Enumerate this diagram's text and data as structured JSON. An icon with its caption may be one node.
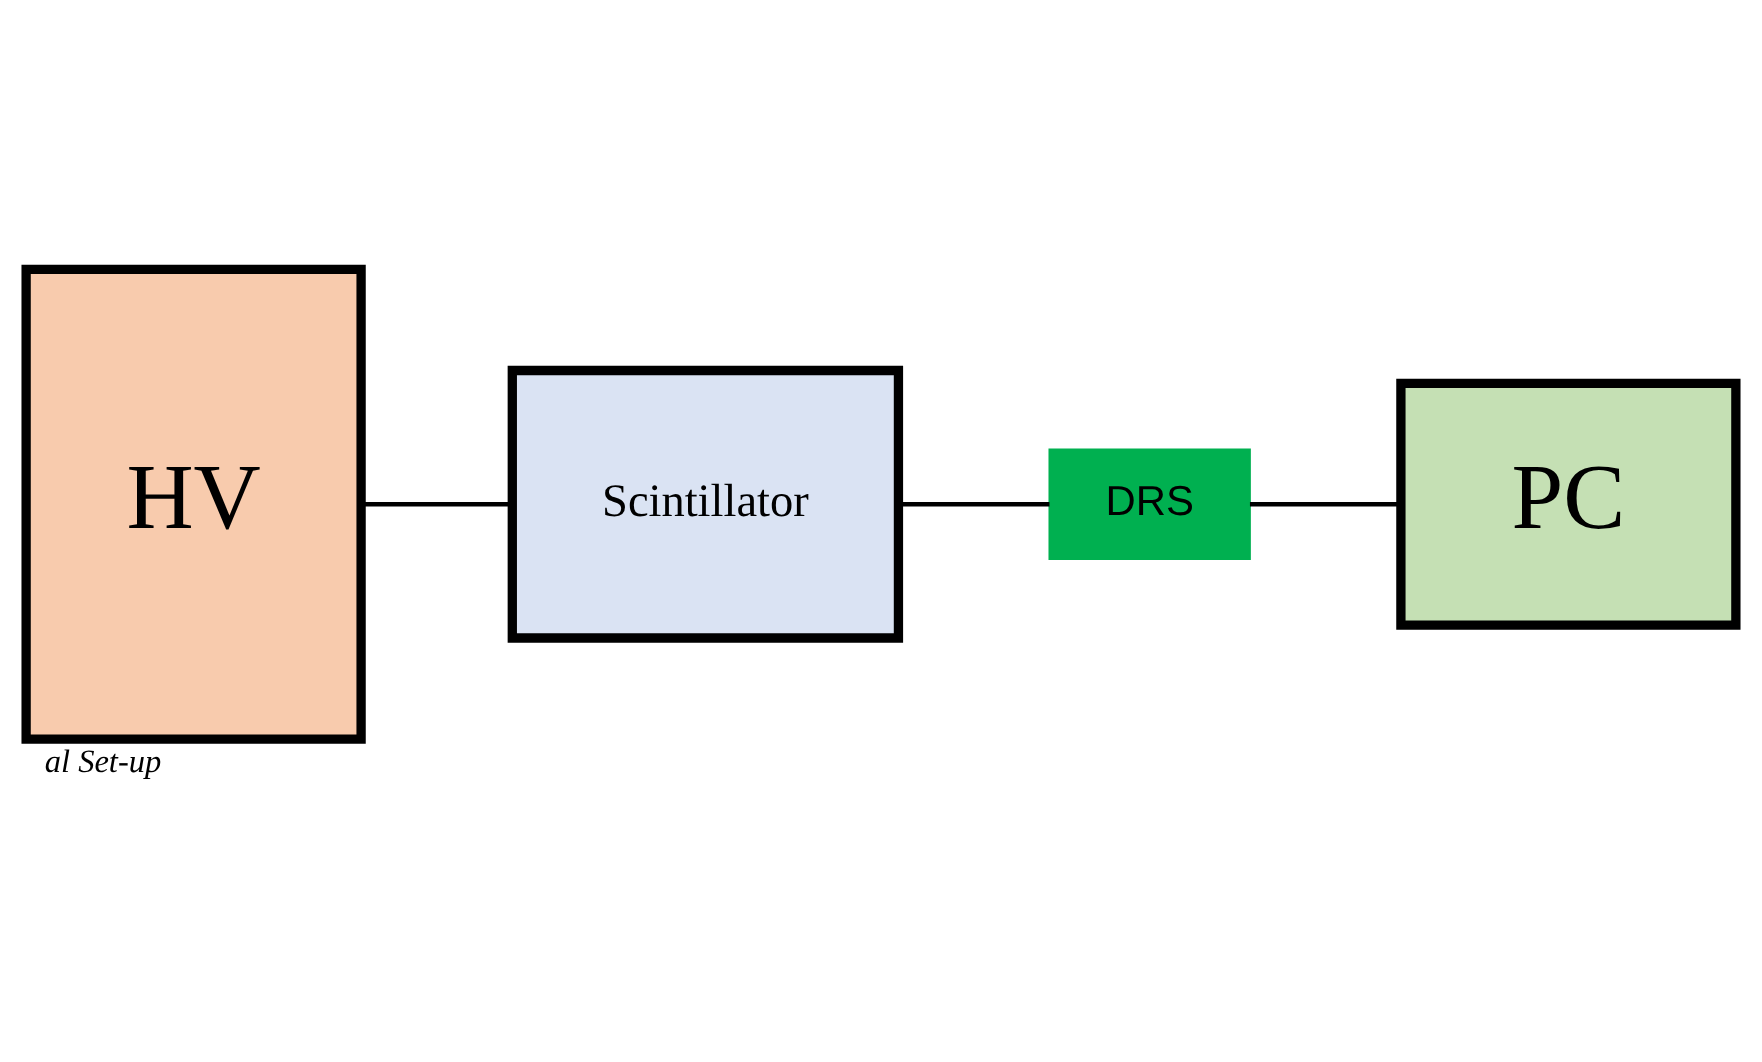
{
  "diagram": {
    "caption": "al Set-up",
    "nodes": [
      {
        "text": [
          "HV"
        ]
      },
      {
        "text": [
          "Scintillator"
        ]
      },
      {
        "text": [
          "DRS"
        ]
      },
      {
        "text": [
          "PC"
        ]
      }
    ],
    "edges": [
      {
        "from": 0,
        "to": 1,
        "arrow": "none"
      },
      {
        "from": 1,
        "to": 2,
        "arrow": "none"
      },
      {
        "from": 2,
        "to": 3,
        "arrow": "none"
      }
    ]
  }
}
